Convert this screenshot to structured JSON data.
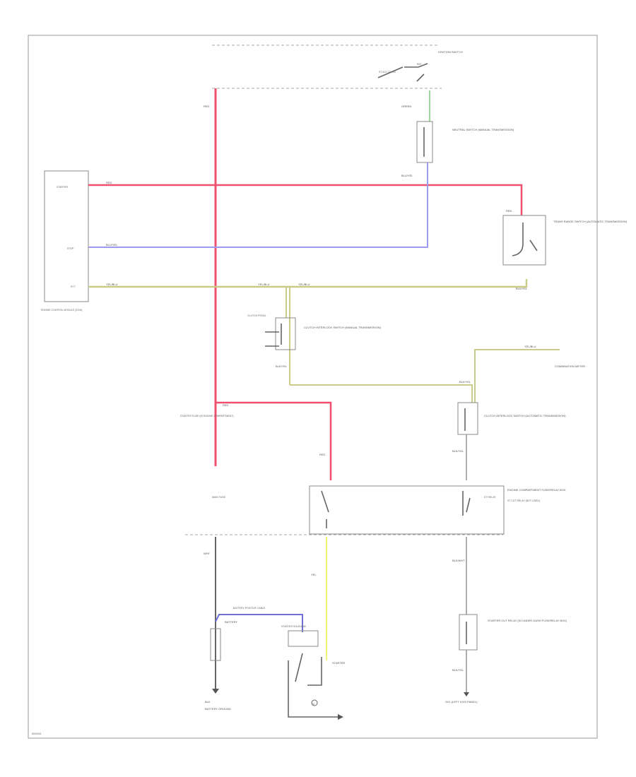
{
  "wire_colors": {
    "red": "#f0506e",
    "blue_white": "#9b9bf0",
    "yellow_green": "#c8cc86",
    "green": "#9fd89f",
    "yellow": "#f2f276",
    "blue": "#6f6fd8",
    "gray": "#9a9a9a",
    "black": "#555555"
  },
  "labels": {
    "ignition_switch": "IGNITION SWITCH",
    "ign_pins": "ST  ACC  IG  ON",
    "ign_bat": "BAT",
    "wire_green": "GREEN",
    "red_top": "RED",
    "neutral_switch": "NEUTRAL SWITCH (MANUAL TRANSMISSION)",
    "wire_bluyel_top": "BLU/YEL",
    "ecm_pin_starter": "STARTER",
    "ecm_pin_stop": "STOP",
    "ecm_pin_ect": "ECT",
    "ecm": "ENGINE CONTROL MODULE (ECM)",
    "wire_red_ecm": "RED",
    "wire_bluyel_ecm": "BLU/YEL",
    "wire_yelblu_ecm": "YEL/BLU",
    "wire_yelblu_mid": "YEL/BLU",
    "wire_yelblu_mid2": "YEL/BLU",
    "trans_range": "TRANS RANGE SWITCH (AUTOMATIC TRANSMISSION)",
    "wire_red_trs": "RED",
    "wire_blkyel_trs": "BLK/YEL",
    "clutch_int_1": "CLUTCH INTERLOCK SWITCH (MANUAL TRANSMISSION)",
    "clutch_pedal": "CLUTCH PEDAL",
    "wire_blkyel_cl1": "BLK/YEL",
    "wire_yelblu_right": "YEL/BLU",
    "combination_meter": "COMBINATION METER",
    "wire_blkyel_cl2": "BLK/YEL",
    "clutch_int_2": "CLUTCH INTERLOCK SWITCH (AUTOMATIC TRANSMISSION)",
    "wire_blkyel_cl2b": "BLK/YEL",
    "wire_red_mid": "RED",
    "starter_fuse": "STARTER FUSE (IN ENGINE COMPARTMENT)",
    "wire_red_mid2": "RED",
    "fuse_block": "ENGINE COMPARTMENT FUSE/RELAY BOX",
    "st_relay": "ST RELAY",
    "st_cutoff": "ST CUT RELAY (NOT USED)",
    "main_fuse": "MAIN FUSE",
    "wire_wht": "WHT",
    "wire_yel": "YEL",
    "wire_blkwht": "BLK/WHT",
    "battery_cable": "BATTERY POSITIVE CABLE",
    "battery": "BATTERY",
    "starter_solenoid": "STARTER SOLENOID",
    "starter": "STARTER",
    "starter_m": "M",
    "wire_blk": "BLK",
    "battery_ground": "BATTERY GROUND",
    "starter_cut_relay": "STARTER CUT RELAY (IN UNDER-DASH FUSE/RELAY BOX)",
    "wire_blkyel_scr": "BLK/YEL",
    "ground_scr": "G01 (LEFT KICK PANEL)",
    "footer": "8500001"
  }
}
